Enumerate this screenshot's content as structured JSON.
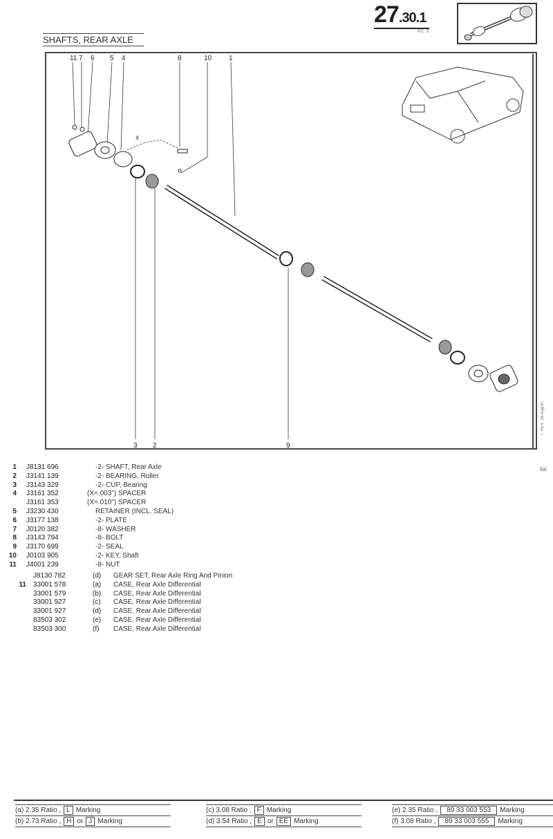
{
  "header": {
    "section": "27",
    "subsection": ".30",
    "sheet": ".1",
    "pc": "P.C. 3",
    "title": "SHAFTS, REAR AXLE"
  },
  "diagram": {
    "callouts_top": [
      "11",
      "7",
      "6",
      "5",
      "4",
      "8",
      "10",
      "1"
    ],
    "callouts_bottom": [
      "3",
      "2",
      "9"
    ],
    "spacer_dimension": "X"
  },
  "side_note": "7. REV. 28-Aug-87",
  "partial_text": "lial",
  "parts": [
    {
      "num": "1",
      "part": "J8131 696",
      "desc": "-2- SHAFT, Rear Axle"
    },
    {
      "num": "2",
      "part": "J3141 139",
      "desc": "-2- BEARING, Roller"
    },
    {
      "num": "3",
      "part": "J3143 329",
      "desc": "-2- CUP, Bearing"
    },
    {
      "num": "4",
      "part": "J3161 352",
      "desc": "(X=.003\")  SPACER"
    },
    {
      "num": "",
      "part": "J3161 353",
      "desc": "(X=.010\")  SPACER"
    },
    {
      "num": "5",
      "part": "J3230 430",
      "desc": "RETAINER (INCL. SEAL)"
    },
    {
      "num": "6",
      "part": "J3177 138",
      "desc": "-2- PLATE"
    },
    {
      "num": "7",
      "part": "J0120 382",
      "desc": "-8- WASHER"
    },
    {
      "num": "8",
      "part": "J3143 794",
      "desc": "-8- BOLT"
    },
    {
      "num": "9",
      "part": "J3170 699",
      "desc": "-2- SEAL"
    },
    {
      "num": "10",
      "part": "J0103 905",
      "desc": "-2- KEY, Shaft"
    },
    {
      "num": "11",
      "part": "J4001 239",
      "desc": "-8- NUT"
    }
  ],
  "parts_extra": [
    {
      "num": "",
      "part": "J8130 782",
      "code": "(d)",
      "desc": "GEAR SET, Rear Axle Ring And Pinion"
    },
    {
      "num": "11",
      "part": "33001 578",
      "code": "(a)",
      "desc": "CASE, Rear Axle Differential"
    },
    {
      "num": "",
      "part": "33001 579",
      "code": "(b)",
      "desc": "CASE, Rear Axle Differential"
    },
    {
      "num": "",
      "part": "33001 927",
      "code": "(c)",
      "desc": "CASE, Rear Axle Differential"
    },
    {
      "num": "",
      "part": "33001 927",
      "code": "(d)",
      "desc": "CASE, Rear Axle Differential"
    },
    {
      "num": "",
      "part": "83503 302",
      "code": "(e)",
      "desc": "CASE, Rear Axle Differential"
    },
    {
      "num": "",
      "part": "83503 300",
      "code": "(f)",
      "desc": "CASE, Rear Axle Differential"
    }
  ],
  "footnotes": {
    "a": {
      "prefix": "(a) 2.35 Ratio ,",
      "mark1": "L",
      "suffix": "Marking"
    },
    "b": {
      "prefix": "(b) 2.73 Ratio ,",
      "mark1": "H",
      "or": "or",
      "mark2": "J",
      "suffix": "Marking"
    },
    "c": {
      "prefix": "(c) 3.08 Ratio ,",
      "mark1": "F",
      "suffix": "Marking"
    },
    "d": {
      "prefix": "(d) 3.54 Ratio ,",
      "mark1": "E",
      "or": "or",
      "mark2": "EE",
      "suffix": "Marking"
    },
    "e": {
      "prefix": "(e) 2.35 Ratio ,",
      "mark1": "89 33 003 553",
      "suffix": "Marking"
    },
    "f": {
      "prefix": "(f) 3.08 Ratio ,",
      "mark1": "89 33 003 555",
      "suffix": "Marking"
    }
  }
}
